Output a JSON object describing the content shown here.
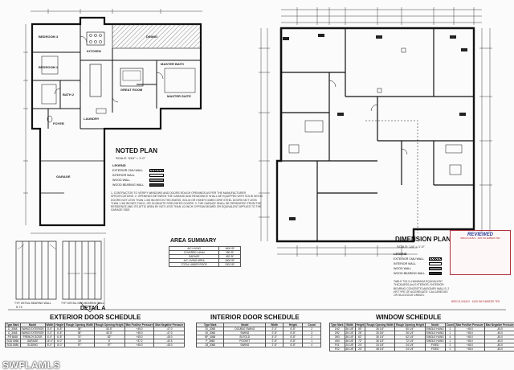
{
  "plan_left": {
    "rooms": [
      "BEDROOM 3",
      "BEDROOM 2",
      "BATH 2",
      "KITCHEN",
      "DINING",
      "GREAT ROOM",
      "MASTER BATH",
      "MASTER SUITE",
      "GARAGE",
      "LAUNDRY",
      "FOYER"
    ],
    "title": "NOTED PLAN",
    "scale": "SCALE: 3/16\" = 1'-0\"",
    "legend_title": "LEGEND",
    "legend": [
      "EXTERIOR CMU WALL",
      "INTERIOR WALL",
      "WOOD WALL",
      "WOOD BEARING WALL"
    ],
    "notes": "1. CONTRACTOR TO VERIFY WINDOWS AND DOORS ROUGH OPENINGS AS PER THE MANUFACTURER SPECIFICATIONS. 2. OPENINGS BETWEEN THE GARAGE AND RESIDENCE SHALL BE EQUIPPED WITH SOLID WOOD DOORS NOT LESS THAN 1-3/8 INCHES IN THICKNESS, SOLID OR HONEYCOMB CORE STEEL DOORS NOT LESS THAN 1-3/8 INCHES THICK, OR 20-MINUTE FIRE-RATED DOORS. 3. THE GARAGE SHALL BE SEPARATED FROM THE RESIDENCE AND ITS ATTIC AREA BY NOT LESS THAN 1/2-INCH GYPSUM BOARD OR EQUIVALENT APPLIED TO THE GARAGE SIDE."
  },
  "area_summary": {
    "title": "AREA SUMMARY",
    "rows": [
      [
        "A/C LIVING",
        "1600 SF"
      ],
      [
        "COVERED LANAI",
        "250 SF"
      ],
      [
        "GARAGE",
        "452 SF"
      ],
      [
        "A/C LIVING AREA",
        "1600 SF"
      ],
      [
        "TOTAL UNDER ROOF",
        "2302 SF"
      ]
    ]
  },
  "details": {
    "wall_a": "TYP. DETAIL BEARING WALL",
    "wall_b": "TYP. DETAIL NON BEARING WALL",
    "title": "DETAIL A",
    "nts": "N.T.S"
  },
  "plan_right": {
    "title": "DIMENSION PLAN",
    "scale": "SCALE: 1/4\" = 1'-0\"",
    "legend_title": "LEGEND",
    "legend": [
      "EXTERIOR CMU WALL",
      "INTERIOR WALL",
      "WOOD WALL",
      "WOOD BEARING WALL"
    ],
    "note": "TABLE 703.3.4 MINIMUM EQUIVALENT THICKNESS (in) EXTERIOR / INTERIOR BEARING CONCRETE MASONRY WALLS: 2 HR TYPE OF AGGREGATE: CALCAREOUS OR SILICEOUS GRAVEL",
    "reviewed": "REVIEWED",
    "permit": "BRECD-001823 · 1625 SW EMBERS TER"
  },
  "exterior_schedule": {
    "title": "EXTERIOR DOOR SCHEDULE",
    "headers": [
      "Type Mark",
      "Model",
      "Width",
      "Height",
      "Rough Opening Width",
      "Rough Opening Height",
      "Max Positive Pressure",
      "Max Negative Pressure"
    ],
    "rows": [
      [
        "D_3068",
        "SWING EXTERIOR",
        "3'-0\"",
        "6'-8\"",
        "38\"",
        "82.5\"",
        "+45.0",
        "-47.0"
      ],
      [
        "D_3068",
        "SWING EXTERIOR",
        "3'-0\"",
        "6'-8\"",
        "38\"",
        "82.5\"",
        "+45.0",
        "-47.0"
      ],
      [
        "FR 6068",
        "FRENCH DOOR",
        "6'-0\"",
        "6'-8\"",
        "74\"",
        "82\"",
        "+45.0",
        "-45.0"
      ],
      [
        "SGD 8068",
        "GARAGE",
        "16'-0\"",
        "8'-0\"",
        "16'",
        "8'",
        "+37.2",
        "-40.5"
      ],
      [
        "SGD 8080",
        "SLIDING",
        "8'-0\"",
        "8'-0\"",
        "97\"",
        "97\"",
        "+45.0",
        "-45.0"
      ]
    ]
  },
  "interior_schedule": {
    "title": "INTERIOR DOOR SCHEDULE",
    "headers": [
      "Type Mark",
      "Model",
      "Width",
      "Height",
      "Count"
    ],
    "rows": [
      [
        "20_2068",
        "DOUBLE SWING",
        "2'-0\"",
        "6'-8\"",
        "2"
      ],
      [
        "30_2068",
        "SWING",
        "2'-8\"",
        "6'-8\"",
        "3"
      ],
      [
        "BF_4068",
        "BI-FOLD",
        "4'-0\"",
        "6'-8\"",
        "2"
      ],
      [
        "P_2668",
        "POCKET",
        "2'-6\"",
        "6'-8\"",
        "1"
      ],
      [
        "28_2068",
        "SWING",
        "2'-8\"",
        "6'-8\"",
        "4"
      ]
    ]
  },
  "window_schedule": {
    "title": "WINDOW SCHEDULE",
    "headers": [
      "Type Mark",
      "Width",
      "Height",
      "Rough Opening Width",
      "Rough Opening Height",
      "Model",
      "Count",
      "Max Positive Pressure",
      "Max Negative Pressure"
    ],
    "rows": [
      [
        "1H2",
        "36 1/8\"",
        "50\"",
        "36 1/4\"",
        "50 1/4\"",
        "SINGLE HUNG",
        "2",
        "+45.0",
        "-45.0"
      ],
      [
        "2H2",
        "26 1/8\"",
        "26\"",
        "26 3/4\"",
        "26 1/4\"",
        "SINGLE HUNG",
        "1",
        "+45.0",
        "-45.0"
      ],
      [
        "3H3",
        "36 1/8\"",
        "62\"",
        "36 1/4\"",
        "62 1/4\"",
        "SINGLE HUNG",
        "4",
        "+45.0",
        "-45.0"
      ],
      [
        "4H4",
        "36 1/8\"",
        "72\"",
        "36 1/4\"",
        "72 1/4\"",
        "SINGLE HUNG",
        "1",
        "+45.0",
        "-45.0"
      ],
      [
        "FX1",
        "24 1/8\"",
        "24\"",
        "24 1/4\"",
        "24 1/4\"",
        "FIXED",
        "2",
        "+45.0",
        "-45.0"
      ],
      [
        "FX2",
        "48 1/8\"",
        "24\"",
        "48 1/4\"",
        "24 1/4\"",
        "FIXED",
        "1",
        "+45.0",
        "-45.0"
      ]
    ]
  },
  "watermark": "SWFLAMLS"
}
